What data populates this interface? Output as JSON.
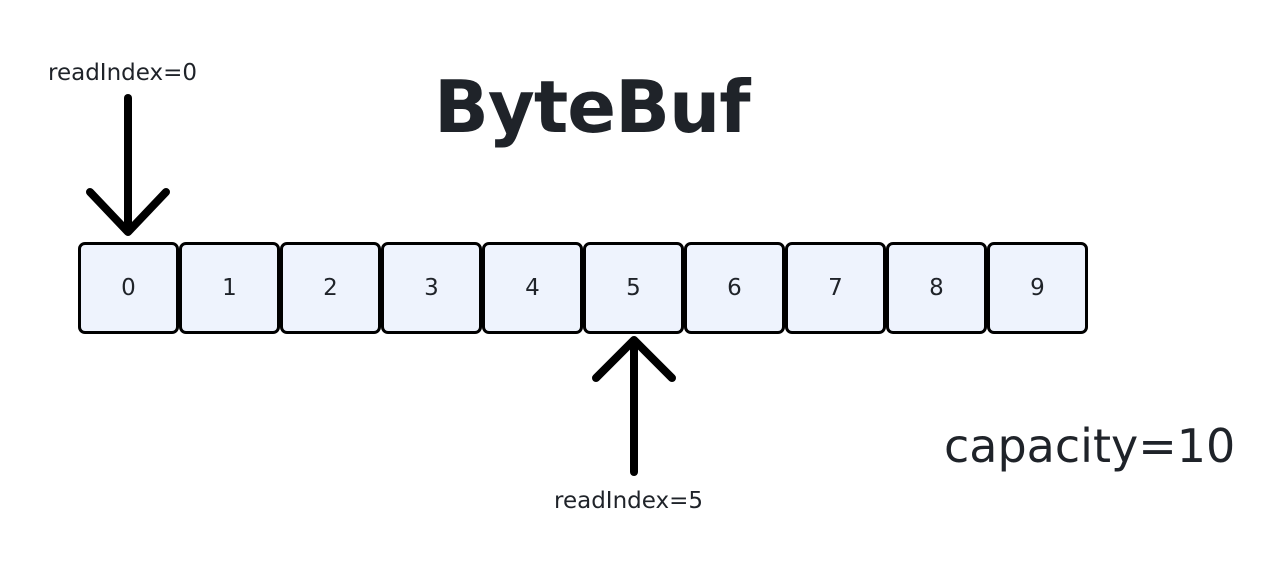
{
  "title": "ByteBuf",
  "pointers": {
    "top_label": "readIndex=0",
    "bottom_label": "readIndex=5"
  },
  "capacity_label": "capacity=10",
  "cells": [
    "0",
    "1",
    "2",
    "3",
    "4",
    "5",
    "6",
    "7",
    "8",
    "9"
  ],
  "colors": {
    "cell_fill": "#eef3fd",
    "cell_border": "#000000",
    "text": "#1f2329",
    "arrow": "#000000"
  }
}
